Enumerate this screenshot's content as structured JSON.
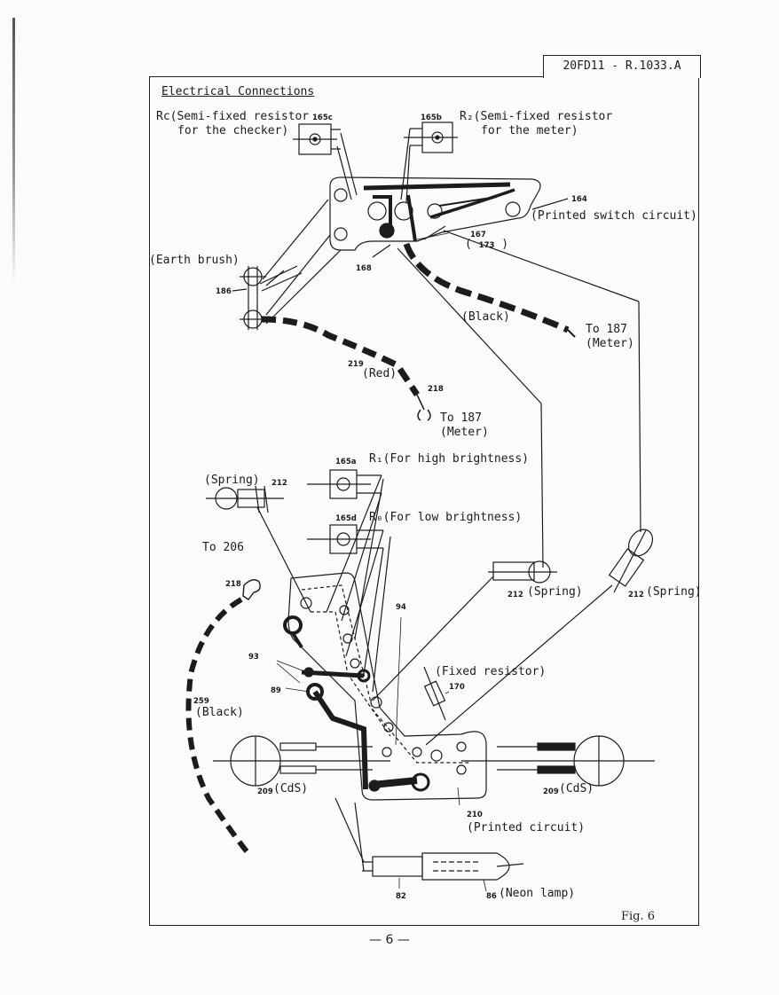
{
  "doc_id": "20FD11 - R.1033.A",
  "title": "Electrical Connections",
  "figure": "Fig. 6",
  "page_number": "— 6 —",
  "labels": {
    "rc": "Rc(Semi-fixed resistor",
    "rc2": "for the checker)",
    "r2": "R₂(Semi-fixed resistor",
    "r2b": "for the meter)",
    "printed_switch": "(Printed switch circuit)",
    "earth_brush": "(Earth brush)",
    "black_top": "(Black)",
    "to187a": "To 187",
    "meter_a": "(Meter)",
    "red": "(Red)",
    "to187b": "To 187",
    "meter_b": "(Meter)",
    "r1": "R₁(For high brightness)",
    "spring_left": "(Spring)",
    "r0": "R₀(For low brightness)",
    "to206": "To 206",
    "spring_mid": "(Spring)",
    "spring_right": "(Spring)",
    "fixed_resistor": "(Fixed resistor)",
    "black_left": "(Black)",
    "cds_left": "(CdS)",
    "cds_right": "(CdS)",
    "printed_circuit": "(Printed circuit)",
    "neon_lamp": "(Neon lamp)"
  },
  "parts": {
    "p165c": "165c",
    "p165b": "165b",
    "p164": "164",
    "p167": "167",
    "p173": "173",
    "p168": "168",
    "p186": "186",
    "p219": "219",
    "p218a": "218",
    "p165a": "165a",
    "p212a": "212",
    "p165d": "165d",
    "p206": "206",
    "p218b": "218",
    "p94": "94",
    "p93": "93",
    "p89": "89",
    "p259": "259",
    "p212b": "212",
    "p212c": "212",
    "p170": "170",
    "p209a": "209",
    "p209b": "209",
    "p210": "210",
    "p82": "82",
    "p86": "86"
  }
}
